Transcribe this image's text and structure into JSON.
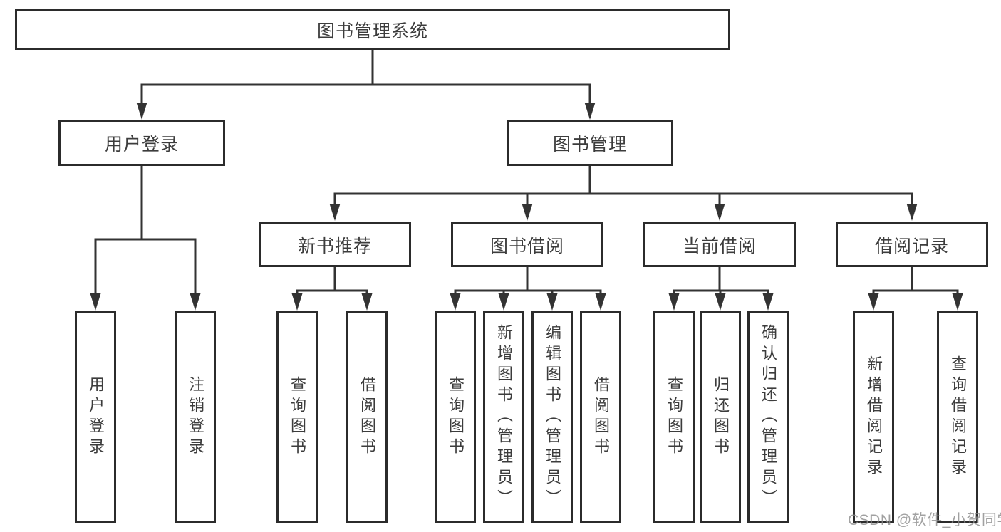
{
  "diagram": {
    "root": {
      "label": "图书管理系统"
    },
    "user_login": {
      "label": "用户登录",
      "children": [
        {
          "label": "用户登录"
        },
        {
          "label": "注销登录"
        }
      ]
    },
    "book_management": {
      "label": "图书管理",
      "sections": [
        {
          "label": "新书推荐",
          "children": [
            {
              "label": "查询图书"
            },
            {
              "label": "借阅图书"
            }
          ]
        },
        {
          "label": "图书借阅",
          "children": [
            {
              "label": "查询图书"
            },
            {
              "label": "新增图书（管理员）"
            },
            {
              "label": "编辑图书（管理员）"
            },
            {
              "label": "借阅图书"
            }
          ]
        },
        {
          "label": "当前借阅",
          "children": [
            {
              "label": "查询图书"
            },
            {
              "label": "归还图书"
            },
            {
              "label": "确认归还（管理员）"
            }
          ]
        },
        {
          "label": "借阅记录",
          "children": [
            {
              "label": "新增借阅记录"
            },
            {
              "label": "查询借阅记录"
            }
          ]
        }
      ]
    }
  },
  "watermark": {
    "text": "CSDN @软件_小贺同学"
  },
  "colors": {
    "line": "#333333",
    "box_border": "#2b2b2b",
    "text": "#3c3c3c",
    "watermark": "#8c8c8c",
    "background": "#ffffff"
  }
}
